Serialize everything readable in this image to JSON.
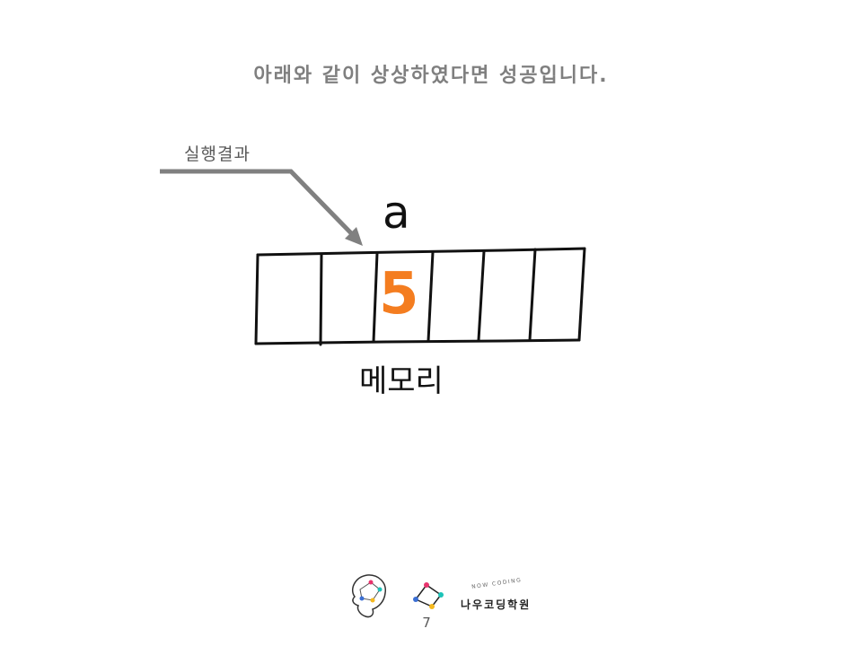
{
  "slide": {
    "title": "아래와 같이 상상하였다면 성공입니다.",
    "result_label": "실행결과",
    "variable_name": "a",
    "cell_value": "5",
    "memory_label": "메모리",
    "page_number": "7"
  },
  "logo": {
    "tagline": "NOW CODING",
    "academy_name": "나우코딩학원"
  },
  "colors": {
    "title_text": "#7f7f7f",
    "arrow": "#808080",
    "value_highlight": "#f47d20",
    "ink": "#111111"
  },
  "icons": [
    "brain-icon",
    "network-logo-icon"
  ]
}
